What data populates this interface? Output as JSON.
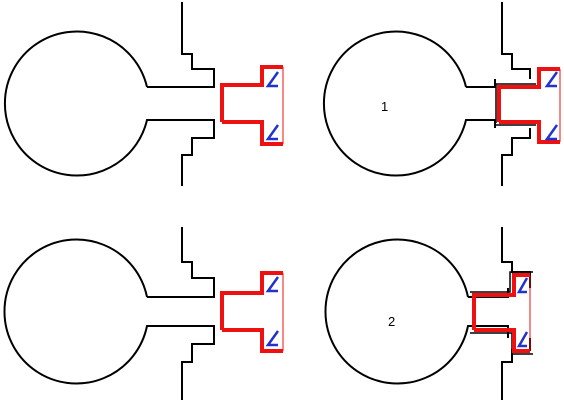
{
  "panels": [
    {
      "id": "top-left",
      "label": ""
    },
    {
      "id": "top-right",
      "label": "1"
    },
    {
      "id": "bottom-left",
      "label": ""
    },
    {
      "id": "bottom-right",
      "label": "2"
    }
  ],
  "colors": {
    "outline": "#000000",
    "fitting": "#ee1111",
    "seal": "#2233cc",
    "background": "#ffffff"
  }
}
